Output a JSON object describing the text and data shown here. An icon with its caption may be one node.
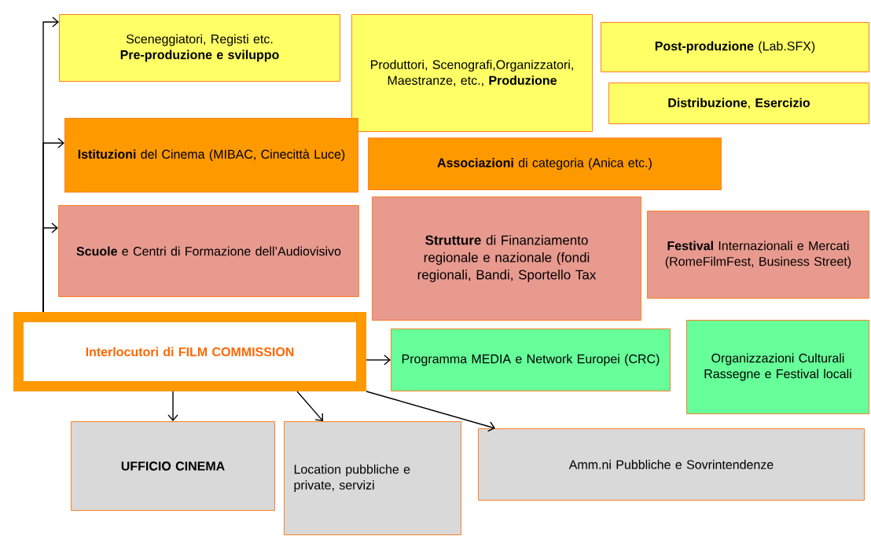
{
  "diagram": {
    "nodes": [
      {
        "text": [
          "Sceneggiatori, Registi etc. **Pre-produzione e sviluppo**"
        ]
      },
      {
        "text": [
          "Produttori, Scenografi,Organizzatori, Maestranze, etc., **Produzione**"
        ]
      },
      {
        "text": [
          "**Post-produzione** (Lab.SFX)"
        ]
      },
      {
        "text": [
          "**Distribuzione**, **Esercizio**"
        ]
      },
      {
        "text": [
          "**Istituzioni** del Cinema (MIBAC, Cinecittà Luce)"
        ]
      },
      {
        "text": [
          "**Associazioni** di categoria (Anica etc.)"
        ]
      },
      {
        "text": [
          "**Scuole** e Centri di Formazione dell’Audiovisivo"
        ]
      },
      {
        "text": [
          "**Strutture** di Finanziamento regionale e nazionale (fondi regionali, Bandi, Sportello Tax"
        ]
      },
      {
        "text": [
          "**Festival** Internazionali e Mercati (RomeFilmFest, Business Street)"
        ]
      },
      {
        "text": [
          "Interlocutori di FILM COMMISSION"
        ]
      },
      {
        "text": [
          "Programma MEDIA e Network Europei (CRC)"
        ]
      },
      {
        "text": [
          "Organizzazioni Culturali Rassegne e Festival locali"
        ]
      },
      {
        "text": [
          "**UFFICIO CINEMA**"
        ]
      },
      {
        "text": [
          "Location pubbliche e private, servizi"
        ]
      },
      {
        "text": [
          "Amm.ni Pubbliche e Sovrintendenze"
        ]
      }
    ],
    "edges": [
      {
        "from": 9,
        "to": 0,
        "arrow": "to"
      },
      {
        "from": 9,
        "to": 4,
        "arrow": "to"
      },
      {
        "from": 9,
        "to": 6,
        "arrow": "to"
      },
      {
        "from": 9,
        "to": 10,
        "arrow": "to"
      },
      {
        "from": 9,
        "to": 12,
        "arrow": "to"
      },
      {
        "from": 9,
        "to": 13,
        "arrow": "to"
      },
      {
        "from": 9,
        "to": 14,
        "arrow": "to"
      }
    ]
  }
}
